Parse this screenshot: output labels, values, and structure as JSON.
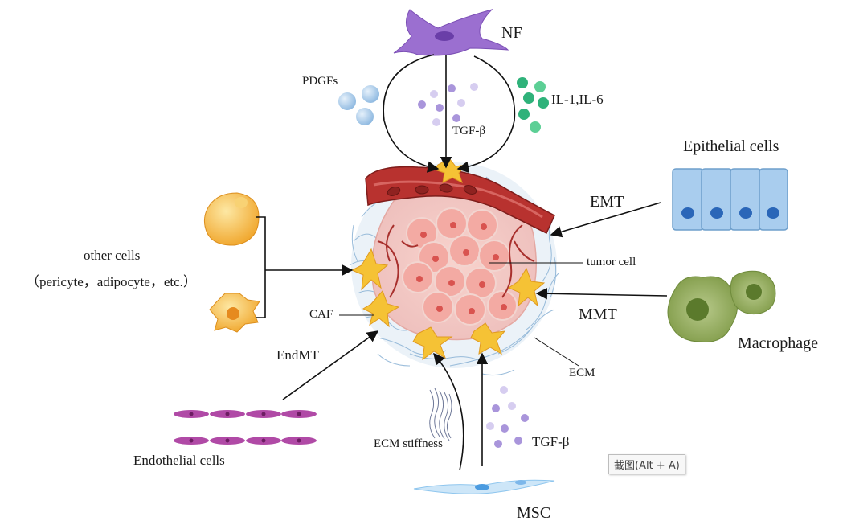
{
  "labels": {
    "nf": "NF",
    "pdgfs": "PDGFs",
    "il": "IL-1,IL-6",
    "tgf_top": "TGF-β",
    "epithelial": "Epithelial cells",
    "emt": "EMT",
    "tumor": "tumor cell",
    "mmt": "MMT",
    "macrophage": "Macrophage",
    "other_cells": "other cells",
    "other_cells_examples": "（pericyte，adipocyte，etc.）",
    "caf": "CAF",
    "endmt": "EndMT",
    "endothelial": "Endothelial cells",
    "ecm": "ECM",
    "ecm_stiffness": "ECM stiffness",
    "tgf_bottom": "TGF-β",
    "msc": "MSC"
  },
  "tooltip": "截图(Alt + A)",
  "colors": {
    "nf": "#8f62c9",
    "pdgf": "#9dc3e6",
    "il": "#2fb27a",
    "tgf": "#a995db",
    "vessel": "#b8322f",
    "tumor": "#f4b7ae",
    "caf": "#f5c235",
    "ecm": "#9fc3de",
    "epithelial": "#a9cdee",
    "macrophage": "#8aa650",
    "endothelial": "#b04aa6",
    "msc": "#8fc6ee",
    "fat": "#f6b73c"
  }
}
